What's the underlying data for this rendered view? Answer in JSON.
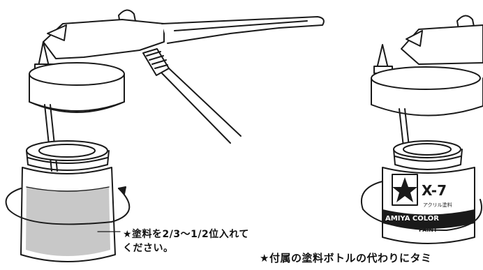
{
  "notes": {
    "fill_line1": "★塗料を2/3～1/2位入れて",
    "fill_line2": "ください。",
    "bottom_line1": "★付属の塗料ボトルの代わりにタミ"
  },
  "jar_label": {
    "code": "X-7",
    "brand_text": "AMIYA COLOR",
    "sub_text": "アクリル塗料",
    "paint_text": "PAINT"
  },
  "colors": {
    "ink": "#1a1a1a",
    "paint_fill": "#c8c8c8",
    "paper": "#ffffff"
  }
}
